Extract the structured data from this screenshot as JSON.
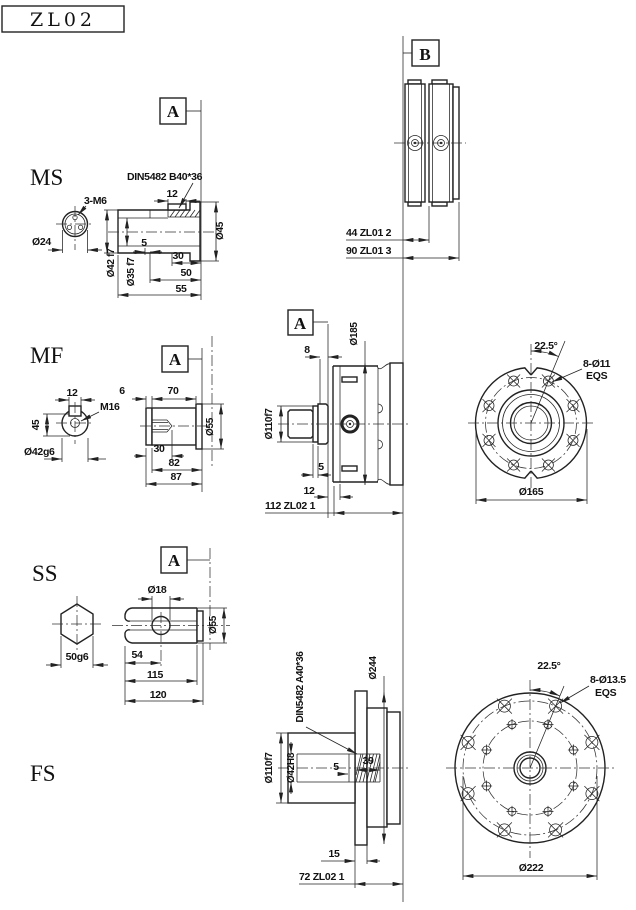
{
  "title": "ZL02",
  "markers": {
    "a": "A",
    "b": "B"
  },
  "ms": {
    "label": "MS",
    "thread": "3-M6",
    "dia24": "Ø24",
    "spline": "DIN5482 B40*36",
    "d12": "12",
    "d5": "5",
    "d30": "30",
    "d50": "50",
    "d55": "55",
    "dia42": "Ø42 f7",
    "dia35": "Ø35 f7",
    "dia45": "Ø45"
  },
  "bview": {
    "d44": "44 ZL01 2",
    "d90": "90 ZL01 3"
  },
  "mf": {
    "label": "MF",
    "d12": "12",
    "d45": "45",
    "thread": "M16",
    "dia42": "Ø42g6",
    "d6": "6",
    "d70": "70",
    "d30": "30",
    "d82": "82",
    "d87": "87",
    "dia55": "Ø55"
  },
  "mfsec": {
    "d8": "8",
    "dia185": "Ø185",
    "dia110": "Ø110f7",
    "d5": "5",
    "d12": "12",
    "overall": "112 ZL02 1"
  },
  "mfflange": {
    "angle": "22.5°",
    "holes": "8-Ø11",
    "eqs": "EQS",
    "dia": "Ø165"
  },
  "ss": {
    "label": "SS",
    "hex": "50g6",
    "dia18": "Ø18",
    "d54": "54",
    "d115": "115",
    "d120": "120",
    "dia55": "Ø55"
  },
  "fs": {
    "label": "FS",
    "spline": "DIN5482 A40*36",
    "dia244": "Ø244",
    "dia110": "Ø110f7",
    "dia42": "Ø42H8",
    "d5": "5",
    "d39": "39",
    "d15": "15",
    "overall": "72 ZL02 1"
  },
  "fsflange": {
    "angle": "22.5°",
    "holes": "8-Ø13.5",
    "eqs": "EQS",
    "dia": "Ø222"
  }
}
